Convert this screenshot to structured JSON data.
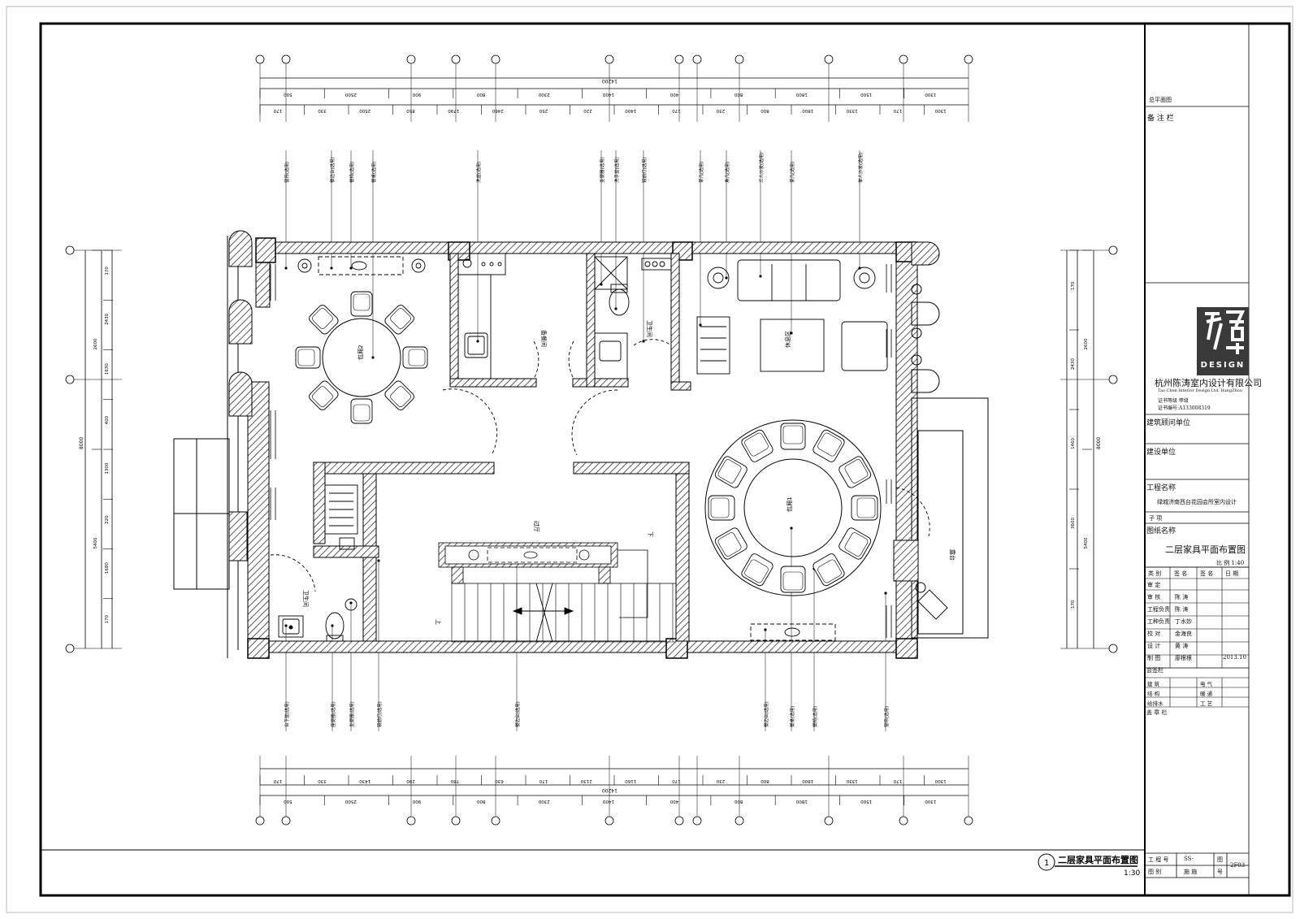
{
  "drawing": {
    "title_label": "二层家具平面布置图",
    "scale_label": "1:30",
    "sheet_index": "1"
  },
  "title_block": {
    "overall_plan": "总平面图",
    "remarks": "备 注 栏",
    "company_name": "杭州陈涛室内设计有限公司",
    "company_en": "Tao Chen Interior Design Ltd. HangZhou",
    "cert_level": "证书等级 甲级",
    "cert_no": "证书编号:A133008319",
    "logo_text": "DESIGN",
    "architect_unit": "建筑顾问单位",
    "client_unit": "建设单位",
    "project_name_label": "工程名称",
    "project_name": "绿城济南西台花园会所室内设计",
    "subitem_label": "子   项",
    "drawing_name_label": "图纸名称",
    "drawing_name": "二层家具平面布置图",
    "ratio": "比 例 1:40",
    "sign_header": [
      "类  别",
      "签  名",
      "签  名",
      "日  期"
    ],
    "sign_rows": [
      {
        "role": "审   定",
        "name": ""
      },
      {
        "role": "审   核",
        "name": "陈 涛"
      },
      {
        "role": "工程负责",
        "name": "陈 涛"
      },
      {
        "role": "工种负责",
        "name": "丁水妙"
      },
      {
        "role": "校   对",
        "name": "金海良"
      },
      {
        "role": "设   计",
        "name": "黄 涛"
      },
      {
        "role": "制   图",
        "name": "廖根根"
      }
    ],
    "date": "2013.10",
    "countersign": "会签栏",
    "disciplines": [
      {
        "a": "建   筑",
        "b": "电   气"
      },
      {
        "a": "结   构",
        "b": "暖   通"
      },
      {
        "a": "给排水",
        "b": "工   艺"
      }
    ],
    "seal_area": "盖 章 栏",
    "project_no_label": "工 程 号",
    "project_no": "SS-",
    "sheet_label": "图   别",
    "sheet_value": "施 施",
    "page_label": "图",
    "page_label2": "号",
    "page_no": "2F03"
  },
  "rooms": {
    "dining_small": "包厢2",
    "kitchen": "备餐间",
    "wc1": "卫生间",
    "lounge": "休息区",
    "hall": "过厅",
    "dining_big": "包厢1",
    "wc2": "卫生间",
    "balcony": "露台"
  },
  "top_dims_row1": [
    "500",
    "2500",
    "900",
    "800",
    "2300",
    "1400",
    "400",
    "800",
    "1800",
    "1500",
    "1300"
  ],
  "top_dims_row2": [
    "170",
    "330",
    "2500",
    "850",
    "1790",
    "2460",
    "250",
    "220",
    "1400",
    "170",
    "230",
    "800",
    "1800",
    "1330",
    "170",
    "1300"
  ],
  "top_total": "14200",
  "bottom_dims_row1": [
    "170",
    "330",
    "1430",
    "290",
    "780",
    "630",
    "170",
    "2130",
    "1160",
    "170",
    "230",
    "800",
    "1800",
    "1330",
    "170",
    "1300"
  ],
  "bottom_dims_row2": [
    "500",
    "2500",
    "900",
    "800",
    "2300",
    "1400",
    "400",
    "800",
    "1800",
    "1500",
    "1300"
  ],
  "bottom_total": "14200",
  "left_dims_inner": [
    "170",
    "2430",
    "1630",
    "400",
    "1300",
    "220",
    "1680",
    "170"
  ],
  "left_dims_outer": [
    "2600",
    "5400"
  ],
  "left_total": "8000",
  "right_dims_inner": [
    "170",
    "2430",
    "1460",
    "3600",
    "170"
  ],
  "right_dims_outer": [
    "2600",
    "5400"
  ],
  "right_total": "8000",
  "top_callouts": [
    "窗帘(选用)",
    "餐边台(选用)",
    "餐椅(选用)",
    "餐桌(选用)",
    "洗盆(选用)",
    "坐便器(选用)",
    "洗手盆(选用)",
    "镜前灯(选用)",
    "茶几(选用)",
    "角几(选用)",
    "三人沙发(选用)",
    "茶几(选用)",
    "单人沙发(选用)"
  ],
  "bottom_callouts": [
    "台下盆(选用)",
    "座便器(选用)",
    "坐便器(选用)",
    "镜前灯(选用)",
    "餐边台(选用)",
    "餐边台(选用)",
    "餐桌(选用)",
    "餐椅(选用)",
    "窗帘(选用)"
  ],
  "stair_up": "上",
  "stair_down": "下"
}
